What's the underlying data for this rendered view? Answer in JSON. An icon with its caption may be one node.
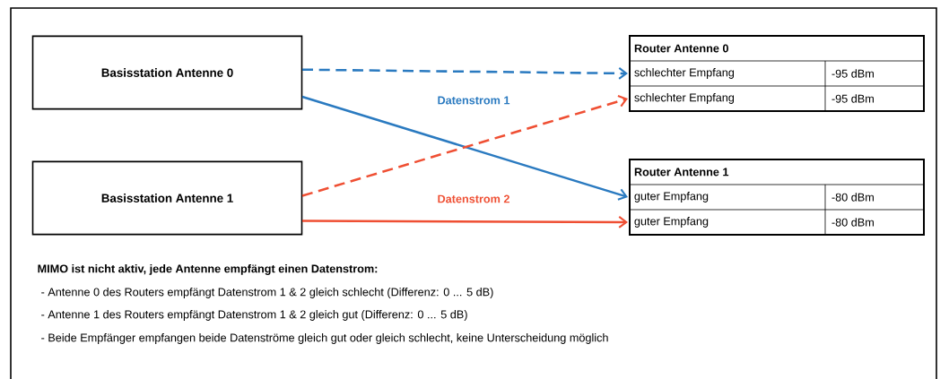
{
  "diagram": {
    "nodes": [
      {
        "text": [
          "Basisstation Antenne 0"
        ]
      },
      {
        "text": [
          "Basisstation Antenne 1"
        ]
      },
      {
        "text": [
          "Router Antenne 0"
        ]
      },
      {
        "text": [
          "schlechter Empfang",
          "-95 dBm"
        ],
        "in": 2
      },
      {
        "text": [
          "schlechter Empfang",
          "-95 dBm"
        ],
        "in": 2
      },
      {
        "text": [
          "Router Antenne 1"
        ]
      },
      {
        "text": [
          "guter Empfang",
          "-80 dBm"
        ],
        "in": 5
      },
      {
        "text": [
          "guter Empfang",
          "-80 dBm"
        ],
        "in": 5
      }
    ],
    "edges": [
      {
        "from": 0,
        "to": 3,
        "arrow": "to",
        "style": "dashed",
        "color": "#2a7ac0"
      },
      {
        "from": 0,
        "to": 6,
        "arrow": "to",
        "color": "#2a7ac0"
      },
      {
        "from": 1,
        "to": 4,
        "arrow": "to",
        "style": "dashed",
        "color": "#ef4f33"
      },
      {
        "from": 1,
        "to": 7,
        "arrow": "to",
        "color": "#ef4f33"
      }
    ],
    "labels": [
      "Datenstrom 1",
      "Datenstrom 2",
      "MIMO ist nicht aktiv, jede Antenne empfängt einen Datenstrom:",
      "- Antenne 0 des Routers empfängt Datenstrom 1 & 2 gleich schlecht (Differenz: 0 ... 5 dB)",
      "- Antenne 1 des Routers empfängt Datenstrom 1 & 2 gleich gut (Differenz: 0 ... 5 dB)",
      "- Beide Empfänger empfangen beide Datenströme gleich gut oder gleich schlecht, keine Unterscheidung möglich"
    ]
  }
}
